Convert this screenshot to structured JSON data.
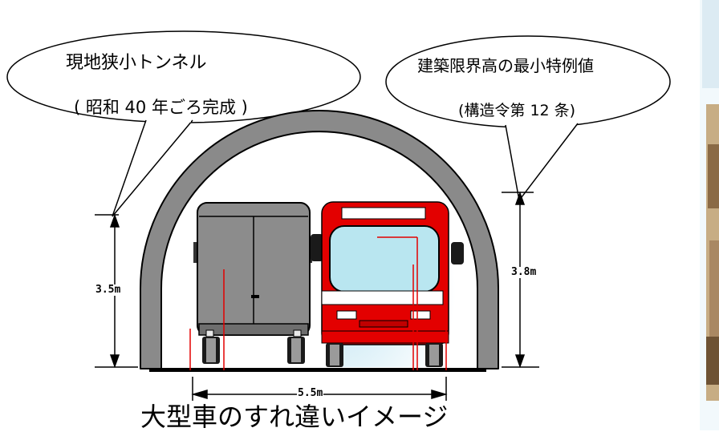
{
  "speech_bubble_left": {
    "line1": "現地狭小トンネル",
    "line2": "( 昭和 40 年ごろ完成 )"
  },
  "speech_bubble_right": {
    "line1": "建築限界高の最小特例値",
    "line2": "(構造令第 12 条)"
  },
  "dimensions": {
    "left_height": "3.5m",
    "right_height": "3.8m",
    "bottom_width": "5.5m"
  },
  "caption": "大型車のすれ違いイメージ",
  "colors": {
    "tunnel": "#8a8a8a",
    "truck": "#8c8c8c",
    "bus": "#e30000",
    "bus_window": "#b9e6f0",
    "guide_lines": "#e30000"
  }
}
